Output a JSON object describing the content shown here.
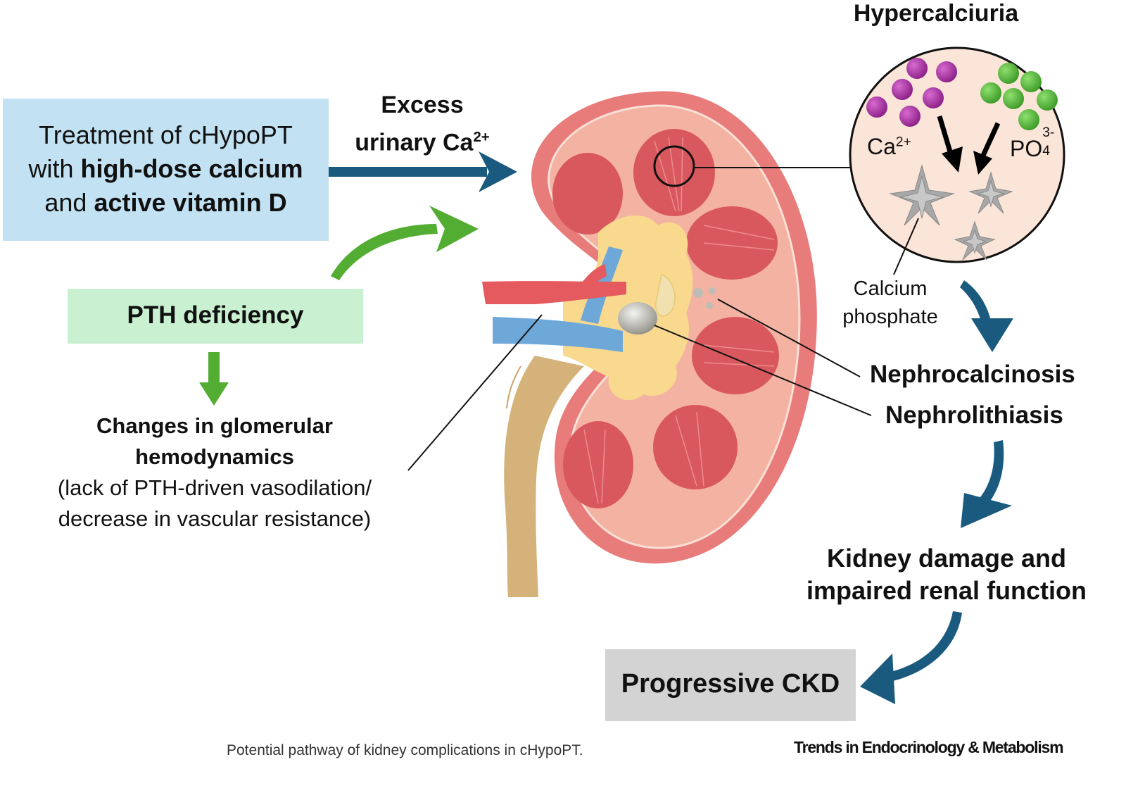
{
  "treatment": {
    "line1": "Treatment of cHypoPT",
    "line2_pre": "with ",
    "line2_bold": "high-dose calcium",
    "line3_pre": "and ",
    "line3_bold": "active vitamin D"
  },
  "pth_deficiency": "PTH deficiency",
  "changes": {
    "bold1": "Changes in glomerular",
    "bold2": "hemodynamics",
    "line3": "(lack of PTH-driven vasodilation/",
    "line4": "decrease in vascular resistance)"
  },
  "excess": {
    "line1": "Excess",
    "line2": "urinary Ca",
    "sup": "2+"
  },
  "hypercalciuria": "Hypercalciuria",
  "ion_ca": {
    "text": "Ca",
    "sup": "2+"
  },
  "ion_po": {
    "text": "PO",
    "sub": "4",
    "sup": "3-"
  },
  "calcium_phosphate": {
    "line1": "Calcium",
    "line2": "phosphate"
  },
  "nephrocalcinosis": "Nephrocalcinosis",
  "nephrolithiasis": "Nephrolithiasis",
  "kidney_damage": {
    "line1": "Kidney damage and",
    "line2": "impaired renal function"
  },
  "progressive_ckd": "Progressive CKD",
  "caption": "Potential pathway of kidney complications in cHypoPT.",
  "journal": "Trends in Endocrinology & Metabolism",
  "colors": {
    "arrow_dark_blue": "#1a5a7e",
    "arrow_green": "#52ad32",
    "kidney_cortex": "#e87a7a",
    "pyramid": "#d9585e",
    "pelvis": "#f8d98e",
    "artery": "#e45a5f",
    "vein": "#6ea8d8",
    "calcium_ion": "#a22a9a",
    "phosphate_ion": "#4fb33a"
  }
}
